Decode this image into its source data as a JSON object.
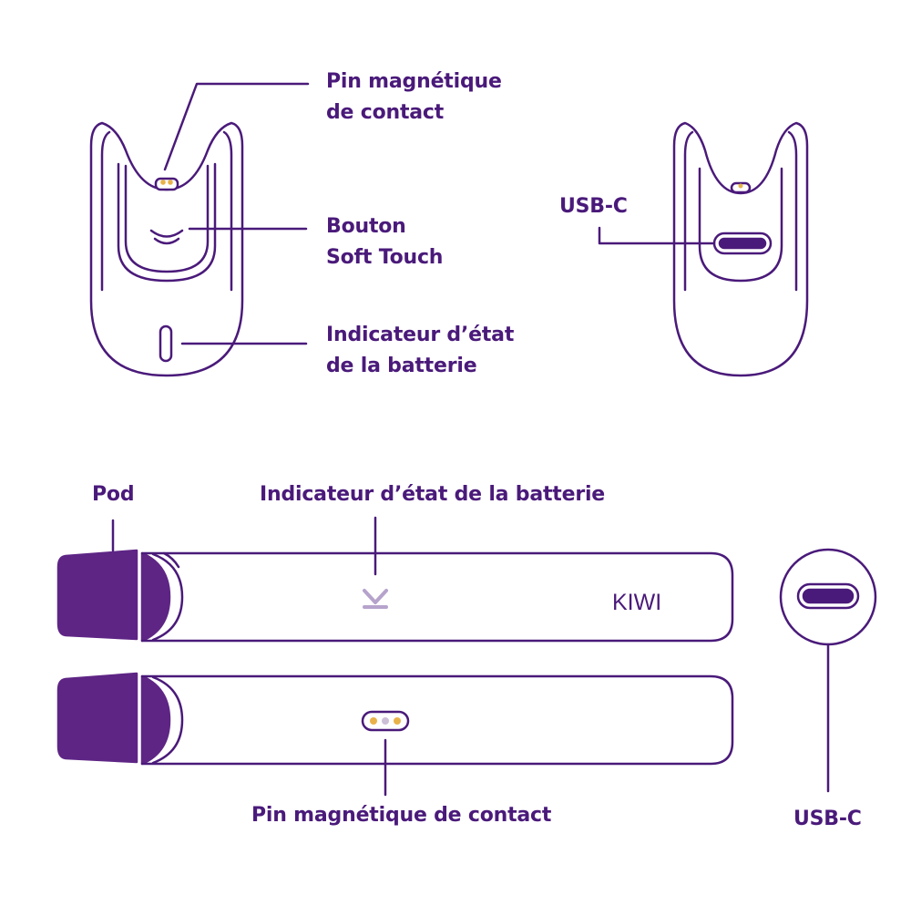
{
  "colors": {
    "outline": "#4a1a7a",
    "pod_fill": "#5e2585",
    "label": "#4a1a7a",
    "pin_gold": "#e8b24a",
    "logo": "#b6a3cc",
    "background": "#ffffff"
  },
  "top_left_device": {
    "label_pin": [
      "Pin magnétique",
      "de contact"
    ],
    "label_button": [
      "Bouton",
      "Soft Touch"
    ],
    "label_battery": [
      "Indicateur d’état",
      "de la batterie"
    ]
  },
  "top_right_device": {
    "label_usb": "USB-C"
  },
  "bottom_pens": {
    "label_pod": "Pod",
    "label_battery": "Indicateur d’état de la batterie",
    "brand": "KIWI",
    "label_pin": "Pin magnétique de contact",
    "label_usb": "USB-C"
  },
  "icons": [
    "magnetic-pin-icon",
    "soft-touch-button-icon",
    "battery-indicator-icon",
    "usb-c-port-icon",
    "kiwi-logo-icon"
  ]
}
